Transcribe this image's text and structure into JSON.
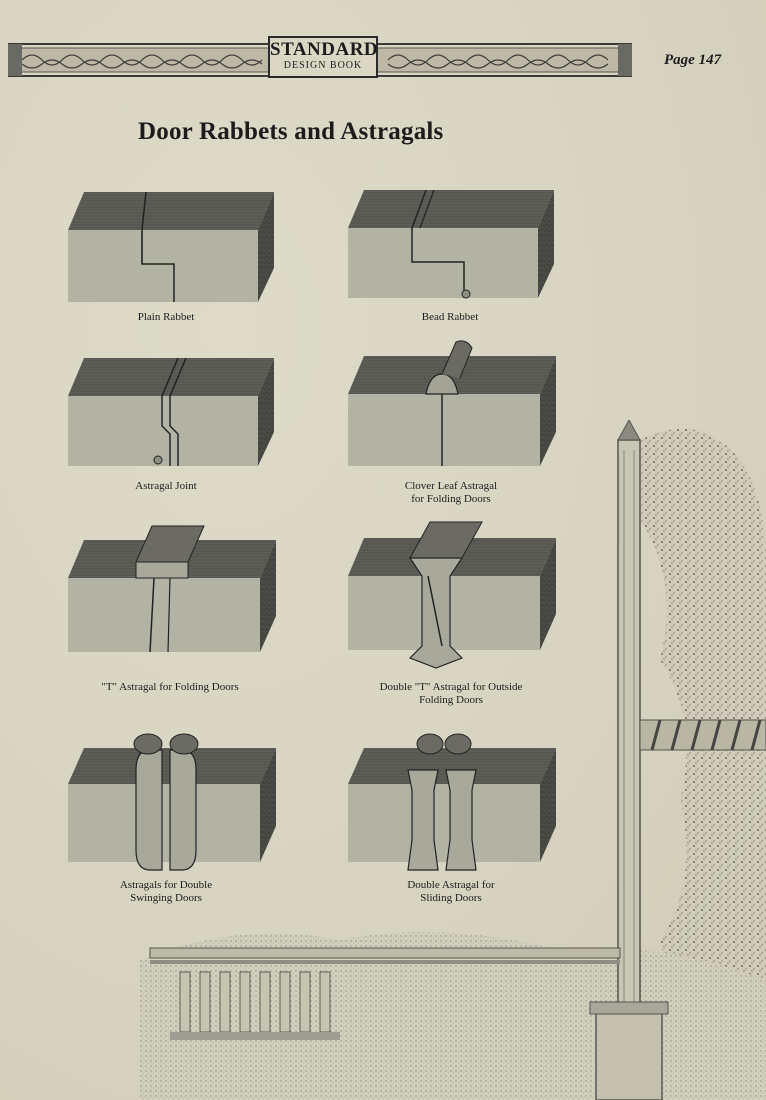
{
  "header": {
    "logo_line1": "STANDARD",
    "logo_line2": "DESIGN BOOK",
    "page_label": "Page 147"
  },
  "title": "Door Rabbets and Astragals",
  "figures": [
    {
      "caption_lines": [
        "Plain Rabbet"
      ]
    },
    {
      "caption_lines": [
        "Bead Rabbet"
      ]
    },
    {
      "caption_lines": [
        "Astragal Joint"
      ]
    },
    {
      "caption_lines": [
        "Clover Leaf Astragal",
        "for Folding Doors"
      ]
    },
    {
      "caption_lines": [
        "\"T\" Astragal for Folding Doors"
      ]
    },
    {
      "caption_lines": [
        "Double \"T\" Astragal for Outside",
        "Folding Doors"
      ]
    },
    {
      "caption_lines": [
        "Astragals for Double",
        "Swinging Doors"
      ]
    },
    {
      "caption_lines": [
        "Double Astragal for",
        "Sliding Doors"
      ]
    }
  ],
  "colors": {
    "paper": "#d9d6c4",
    "wood_top": "#5b5b55",
    "wood_front": "#b3b3a4",
    "wood_side": "#4a4a45",
    "ink": "#1c1c1c"
  }
}
